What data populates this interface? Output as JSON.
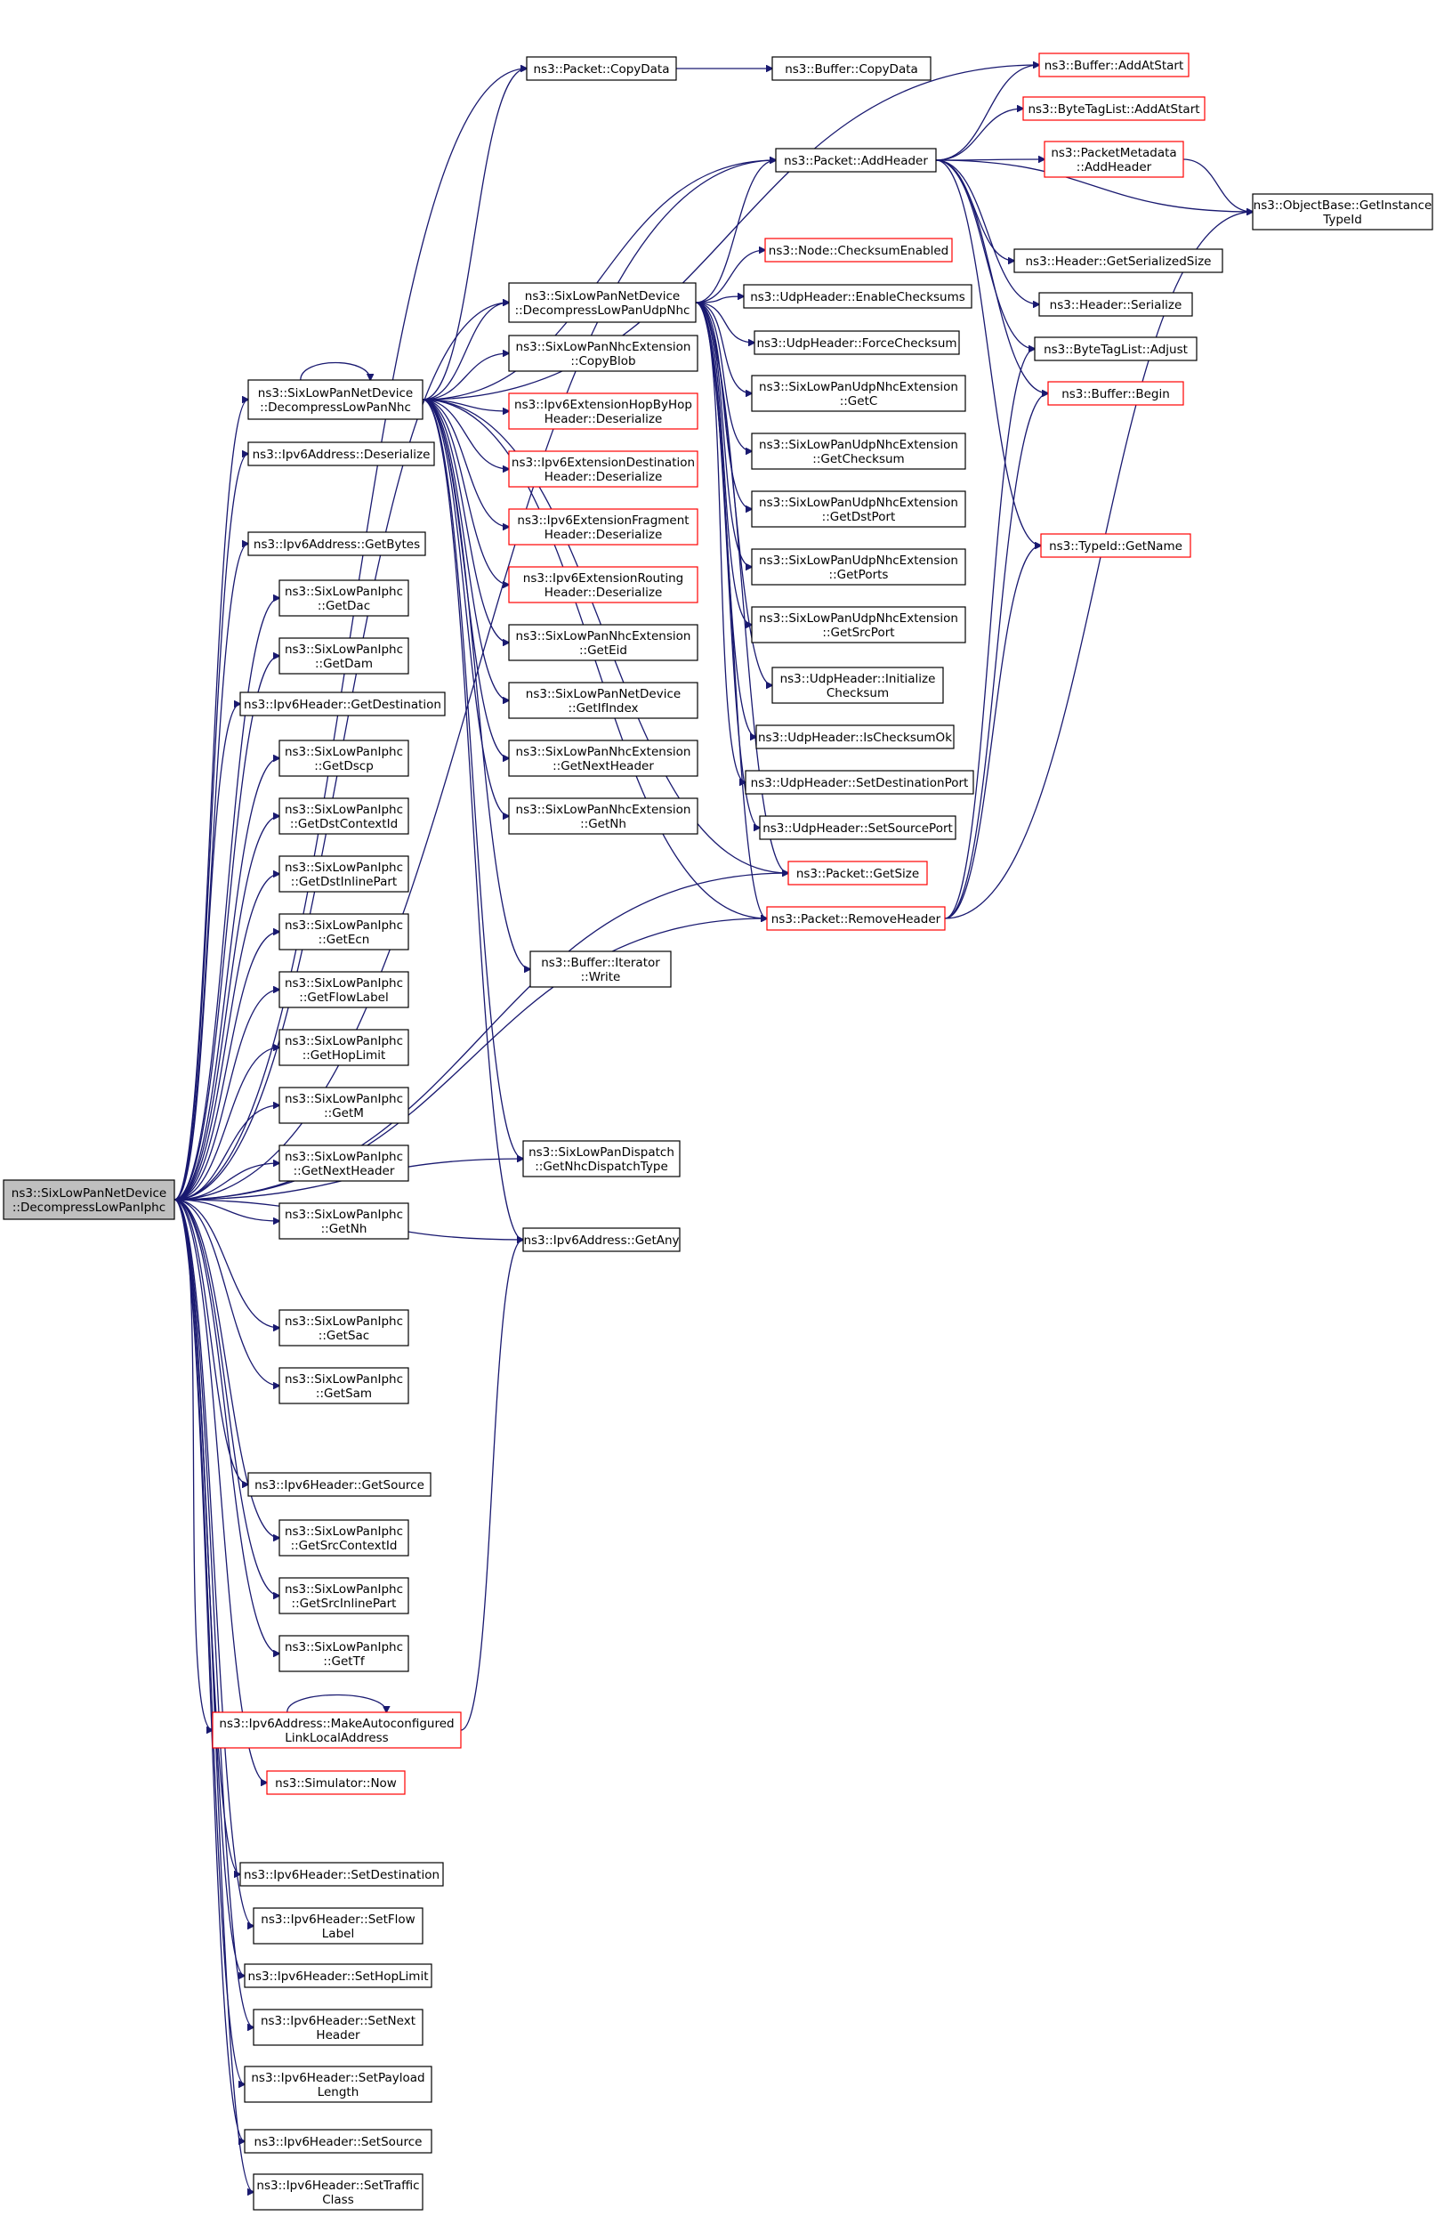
{
  "colors": {
    "edge": "#191970",
    "border": "#000000",
    "border_truncated": "#ff0000",
    "root_fill": "#bfbfbf",
    "background": "#ffffff"
  },
  "nodes": [
    {
      "id": "root",
      "lines": [
        "ns3::SixLowPanNetDevice",
        "::DecompressLowPanIphc"
      ],
      "style": "root"
    },
    {
      "id": "decompNhc",
      "lines": [
        "ns3::SixLowPanNetDevice",
        "::DecompressLowPanNhc"
      ]
    },
    {
      "id": "ipv6AddrDeser",
      "lines": [
        "ns3::Ipv6Address::Deserialize"
      ]
    },
    {
      "id": "getBytes",
      "lines": [
        "ns3::Ipv6Address::GetBytes"
      ]
    },
    {
      "id": "getDac",
      "lines": [
        "ns3::SixLowPanIphc",
        "::GetDac"
      ]
    },
    {
      "id": "getDam",
      "lines": [
        "ns3::SixLowPanIphc",
        "::GetDam"
      ]
    },
    {
      "id": "ipv6GetDest",
      "lines": [
        "ns3::Ipv6Header::GetDestination"
      ]
    },
    {
      "id": "getDscp",
      "lines": [
        "ns3::SixLowPanIphc",
        "::GetDscp"
      ]
    },
    {
      "id": "getDstCtx",
      "lines": [
        "ns3::SixLowPanIphc",
        "::GetDstContextId"
      ]
    },
    {
      "id": "getDstInline",
      "lines": [
        "ns3::SixLowPanIphc",
        "::GetDstInlinePart"
      ]
    },
    {
      "id": "getEcn",
      "lines": [
        "ns3::SixLowPanIphc",
        "::GetEcn"
      ]
    },
    {
      "id": "getFlowLabel",
      "lines": [
        "ns3::SixLowPanIphc",
        "::GetFlowLabel"
      ]
    },
    {
      "id": "getHopLimit",
      "lines": [
        "ns3::SixLowPanIphc",
        "::GetHopLimit"
      ]
    },
    {
      "id": "getM",
      "lines": [
        "ns3::SixLowPanIphc",
        "::GetM"
      ]
    },
    {
      "id": "getNextHeader",
      "lines": [
        "ns3::SixLowPanIphc",
        "::GetNextHeader"
      ]
    },
    {
      "id": "getNh",
      "lines": [
        "ns3::SixLowPanIphc",
        "::GetNh"
      ]
    },
    {
      "id": "getSac",
      "lines": [
        "ns3::SixLowPanIphc",
        "::GetSac"
      ]
    },
    {
      "id": "getSam",
      "lines": [
        "ns3::SixLowPanIphc",
        "::GetSam"
      ]
    },
    {
      "id": "ipv6GetSource",
      "lines": [
        "ns3::Ipv6Header::GetSource"
      ]
    },
    {
      "id": "getSrcCtx",
      "lines": [
        "ns3::SixLowPanIphc",
        "::GetSrcContextId"
      ]
    },
    {
      "id": "getSrcInline",
      "lines": [
        "ns3::SixLowPanIphc",
        "::GetSrcInlinePart"
      ]
    },
    {
      "id": "getTf",
      "lines": [
        "ns3::SixLowPanIphc",
        "::GetTf"
      ]
    },
    {
      "id": "makeAuto",
      "lines": [
        "ns3::Ipv6Address::MakeAutoconfigured",
        "LinkLocalAddress"
      ],
      "style": "red"
    },
    {
      "id": "simNow",
      "lines": [
        "ns3::Simulator::Now"
      ],
      "style": "red"
    },
    {
      "id": "setDest",
      "lines": [
        "ns3::Ipv6Header::SetDestination"
      ]
    },
    {
      "id": "setFlow",
      "lines": [
        "ns3::Ipv6Header::SetFlow",
        "Label"
      ]
    },
    {
      "id": "setHop",
      "lines": [
        "ns3::Ipv6Header::SetHopLimit"
      ]
    },
    {
      "id": "setNext",
      "lines": [
        "ns3::Ipv6Header::SetNext",
        "Header"
      ]
    },
    {
      "id": "setPayload",
      "lines": [
        "ns3::Ipv6Header::SetPayload",
        "Length"
      ]
    },
    {
      "id": "setSource",
      "lines": [
        "ns3::Ipv6Header::SetSource"
      ]
    },
    {
      "id": "setTraffic",
      "lines": [
        "ns3::Ipv6Header::SetTraffic",
        "Class"
      ]
    },
    {
      "id": "copyData",
      "lines": [
        "ns3::Packet::CopyData"
      ]
    },
    {
      "id": "decompUdp",
      "lines": [
        "ns3::SixLowPanNetDevice",
        "::DecompressLowPanUdpNhc"
      ]
    },
    {
      "id": "copyBlob",
      "lines": [
        "ns3::SixLowPanNhcExtension",
        "::CopyBlob"
      ]
    },
    {
      "id": "hopDeser",
      "lines": [
        "ns3::Ipv6ExtensionHopByHop",
        "Header::Deserialize"
      ],
      "style": "red"
    },
    {
      "id": "destDeser",
      "lines": [
        "ns3::Ipv6ExtensionDestination",
        "Header::Deserialize"
      ],
      "style": "red"
    },
    {
      "id": "fragDeser",
      "lines": [
        "ns3::Ipv6ExtensionFragment",
        "Header::Deserialize"
      ],
      "style": "red"
    },
    {
      "id": "routDeser",
      "lines": [
        "ns3::Ipv6ExtensionRouting",
        "Header::Deserialize"
      ],
      "style": "red"
    },
    {
      "id": "nhcGetEid",
      "lines": [
        "ns3::SixLowPanNhcExtension",
        "::GetEid"
      ]
    },
    {
      "id": "getIfIndex",
      "lines": [
        "ns3::SixLowPanNetDevice",
        "::GetIfIndex"
      ]
    },
    {
      "id": "nhcGetNextHeader",
      "lines": [
        "ns3::SixLowPanNhcExtension",
        "::GetNextHeader"
      ]
    },
    {
      "id": "nhcGetNh",
      "lines": [
        "ns3::SixLowPanNhcExtension",
        "::GetNh"
      ]
    },
    {
      "id": "iterWrite",
      "lines": [
        "ns3::Buffer::Iterator",
        "::Write"
      ]
    },
    {
      "id": "getNhcDispatch",
      "lines": [
        "ns3::SixLowPanDispatch",
        "::GetNhcDispatchType"
      ]
    },
    {
      "id": "ipv6GetAny",
      "lines": [
        "ns3::Ipv6Address::GetAny"
      ]
    },
    {
      "id": "bufCopyData",
      "lines": [
        "ns3::Buffer::CopyData"
      ]
    },
    {
      "id": "addHeader",
      "lines": [
        "ns3::Packet::AddHeader"
      ]
    },
    {
      "id": "checksumEnabled",
      "lines": [
        "ns3::Node::ChecksumEnabled"
      ],
      "style": "red"
    },
    {
      "id": "enableChecksums",
      "lines": [
        "ns3::UdpHeader::EnableChecksums"
      ]
    },
    {
      "id": "forceChecksum",
      "lines": [
        "ns3::UdpHeader::ForceChecksum"
      ]
    },
    {
      "id": "udpGetC",
      "lines": [
        "ns3::SixLowPanUdpNhcExtension",
        "::GetC"
      ]
    },
    {
      "id": "udpGetChecksum",
      "lines": [
        "ns3::SixLowPanUdpNhcExtension",
        "::GetChecksum"
      ]
    },
    {
      "id": "udpGetDstPort",
      "lines": [
        "ns3::SixLowPanUdpNhcExtension",
        "::GetDstPort"
      ]
    },
    {
      "id": "udpGetPorts",
      "lines": [
        "ns3::SixLowPanUdpNhcExtension",
        "::GetPorts"
      ]
    },
    {
      "id": "udpGetSrcPort",
      "lines": [
        "ns3::SixLowPanUdpNhcExtension",
        "::GetSrcPort"
      ]
    },
    {
      "id": "initChecksum",
      "lines": [
        "ns3::UdpHeader::Initialize",
        "Checksum"
      ]
    },
    {
      "id": "isChecksumOk",
      "lines": [
        "ns3::UdpHeader::IsChecksumOk"
      ]
    },
    {
      "id": "setDestPort",
      "lines": [
        "ns3::UdpHeader::SetDestinationPort"
      ]
    },
    {
      "id": "setSourcePort",
      "lines": [
        "ns3::UdpHeader::SetSourcePort"
      ]
    },
    {
      "id": "getSize",
      "lines": [
        "ns3::Packet::GetSize"
      ],
      "style": "red"
    },
    {
      "id": "removeHeader",
      "lines": [
        "ns3::Packet::RemoveHeader"
      ],
      "style": "red"
    },
    {
      "id": "bufAddAtStart",
      "lines": [
        "ns3::Buffer::AddAtStart"
      ],
      "style": "red"
    },
    {
      "id": "tagAddAtStart",
      "lines": [
        "ns3::ByteTagList::AddAtStart"
      ],
      "style": "red"
    },
    {
      "id": "pmAddHeader",
      "lines": [
        "ns3::PacketMetadata",
        "::AddHeader"
      ],
      "style": "red"
    },
    {
      "id": "getInstanceTypeId",
      "lines": [
        "ns3::ObjectBase::GetInstance",
        "TypeId"
      ]
    },
    {
      "id": "getSerializedSize",
      "lines": [
        "ns3::Header::GetSerializedSize"
      ]
    },
    {
      "id": "headerSerialize",
      "lines": [
        "ns3::Header::Serialize"
      ]
    },
    {
      "id": "tagAdjust",
      "lines": [
        "ns3::ByteTagList::Adjust"
      ]
    },
    {
      "id": "bufBegin",
      "lines": [
        "ns3::Buffer::Begin"
      ],
      "style": "red"
    },
    {
      "id": "typeIdGetName",
      "lines": [
        "ns3::TypeId::GetName"
      ],
      "style": "red"
    }
  ]
}
